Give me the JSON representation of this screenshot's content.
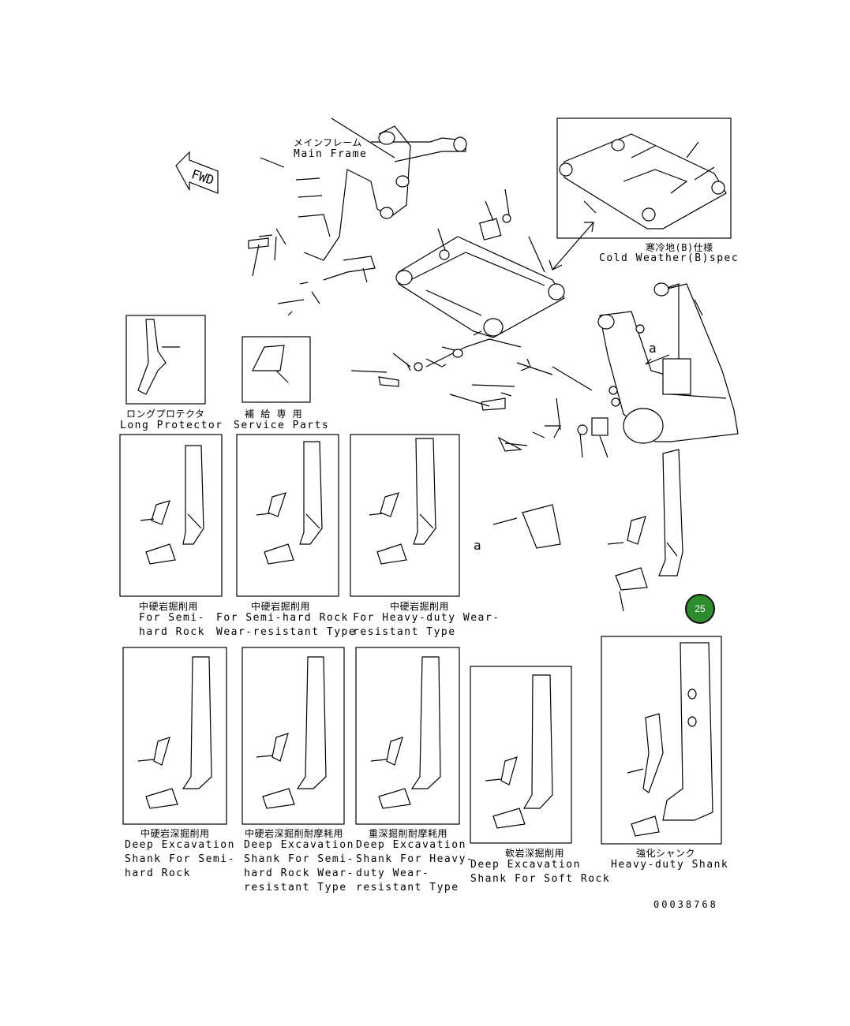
{
  "diagram": {
    "fwd_label": "FWD",
    "view_ref": "a",
    "main_frame": {
      "jp": "メインフレーム",
      "en": "Main Frame"
    },
    "cold_weather": {
      "jp": "寒冷地(B)仕様",
      "en": "Cold Weather(B)spec"
    },
    "long_protector": {
      "jp": "ロングプロテクタ",
      "en": "Long Protector"
    },
    "service_parts": {
      "jp": "補 給 専 用",
      "en": "Service Parts"
    },
    "semi_hard": {
      "jp": "中硬岩掘削用",
      "line1": "For Semi-",
      "line2": "hard Rock"
    },
    "semi_hard_wear": {
      "jp": "中硬岩掘削用",
      "line1": "For Semi-hard Rock",
      "line2": "Wear-resistant Type"
    },
    "heavy_duty_wear": {
      "jp": "中硬岩掘削用",
      "line1": "For Heavy-duty Wear-",
      "line2": "resistant Type"
    },
    "deep_semi": {
      "jp": "中硬岩深掘削用",
      "line1": "Deep Excavation",
      "line2": "Shank For Semi-",
      "line3": "hard Rock"
    },
    "deep_semi_wear": {
      "jp": "中硬岩深掘削耐摩耗用",
      "line1": "Deep Excavation",
      "line2": "Shank For Semi-",
      "line3": "hard Rock Wear-",
      "line4": "resistant Type"
    },
    "deep_heavy": {
      "jp": "重深掘削耐摩耗用",
      "line1": "Deep Excavation",
      "line2": "Shank For Heavy-",
      "line3": "duty Wear-",
      "line4": "resistant Type"
    },
    "deep_soft": {
      "jp": "軟岩深掘削用",
      "line1": "Deep Excavation",
      "line2": "Shank For Soft Rock"
    },
    "heavy_shank": {
      "jp": "強化シャンク",
      "en": "Heavy-duty Shank"
    },
    "callout": "25",
    "figure_no": "00038768"
  }
}
